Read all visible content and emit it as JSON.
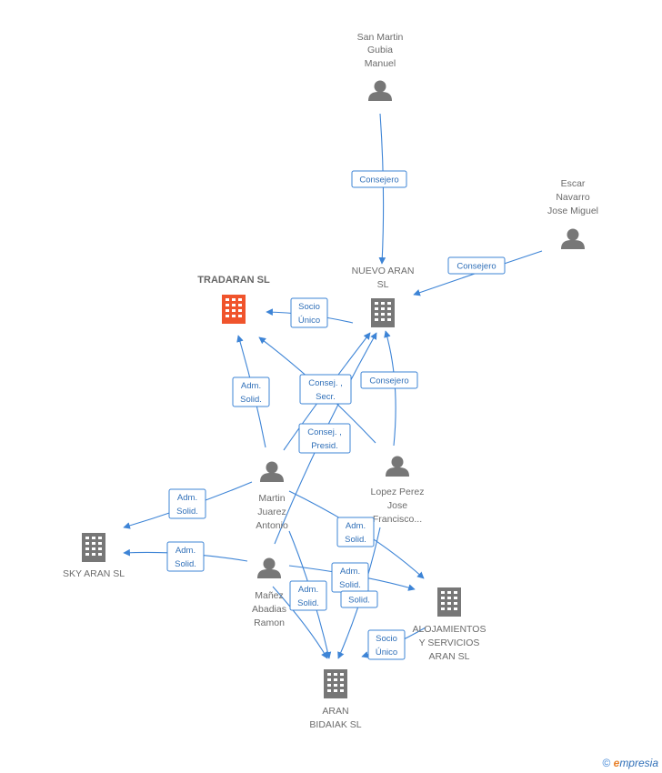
{
  "nodes": {
    "san_martin": {
      "label": [
        "San Martin",
        "Gubia",
        "Manuel"
      ],
      "type": "person"
    },
    "escar": {
      "label": [
        "Escar",
        "Navarro",
        "Jose Miguel"
      ],
      "type": "person"
    },
    "tradaran": {
      "label": [
        "TRADARAN SL"
      ],
      "type": "company",
      "focus": true
    },
    "nuevo_aran": {
      "label": [
        "NUEVO ARAN",
        "SL"
      ],
      "type": "company"
    },
    "martin_juarez": {
      "label": [
        "Martin",
        "Juarez",
        "Antonio"
      ],
      "type": "person"
    },
    "lopez_perez": {
      "label": [
        "Lopez Perez",
        "Jose",
        "Francisco..."
      ],
      "type": "person"
    },
    "sky_aran": {
      "label": [
        "SKY ARAN SL"
      ],
      "type": "company"
    },
    "manez": {
      "label": [
        "Mañez",
        "Abadias",
        "Ramon"
      ],
      "type": "person"
    },
    "alojamientos": {
      "label": [
        "ALOJAMIENTOS",
        "Y SERVICIOS",
        "ARAN SL"
      ],
      "type": "company"
    },
    "aran_bidaiak": {
      "label": [
        "ARAN",
        "BIDAIAK SL"
      ],
      "type": "company"
    }
  },
  "relations": [
    {
      "id": "r1",
      "text": [
        "Consejero"
      ]
    },
    {
      "id": "r2",
      "text": [
        "Consejero"
      ]
    },
    {
      "id": "r3",
      "text": [
        "Socio",
        "Único"
      ]
    },
    {
      "id": "r4",
      "text": [
        "Adm.",
        "Solid."
      ]
    },
    {
      "id": "r5",
      "text": [
        "Consej. ,",
        "Secr."
      ]
    },
    {
      "id": "r6",
      "text": [
        "Consejero"
      ]
    },
    {
      "id": "r7",
      "text": [
        "Consej. ,",
        "Presid."
      ]
    },
    {
      "id": "r8",
      "text": [
        "Adm.",
        "Solid."
      ]
    },
    {
      "id": "r9",
      "text": [
        "Adm.",
        "Solid."
      ]
    },
    {
      "id": "r10",
      "text": [
        "Adm.",
        "Solid."
      ]
    },
    {
      "id": "r11",
      "text": [
        "Adm.",
        "Solid."
      ]
    },
    {
      "id": "r12",
      "text": [
        "Solid."
      ]
    },
    {
      "id": "r13",
      "text": [
        "Adm.",
        "Solid."
      ]
    },
    {
      "id": "r14",
      "text": [
        "Socio",
        "Único"
      ]
    }
  ],
  "colors": {
    "edge": "#3d84d6",
    "focus_company": "#f0542c",
    "company": "#777777",
    "person": "#777777"
  },
  "brand": {
    "symbol": "©",
    "initial": "e",
    "rest": "mpresia"
  }
}
